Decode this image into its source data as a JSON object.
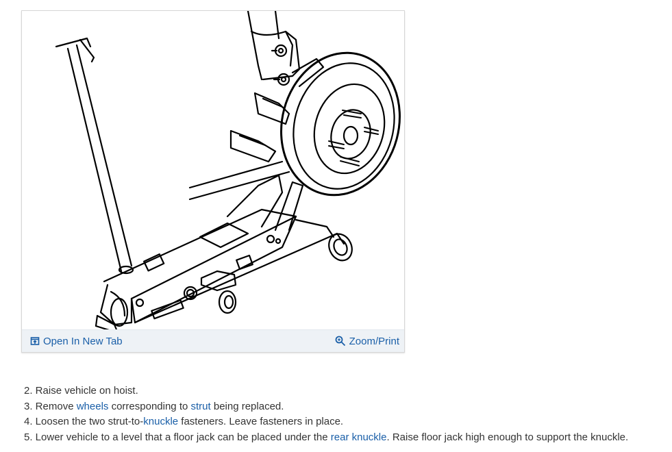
{
  "figure": {
    "alt": "Floor jack positioned under rear knuckle with strut, brake drum and wheel studs",
    "open_tab_label": "Open In New Tab",
    "open_tab_icon": "open-new-tab-icon",
    "zoom_print_label": "Zoom/Print",
    "zoom_print_icon": "zoom-magnifier-icon"
  },
  "steps": [
    {
      "num": "2.",
      "parts": [
        {
          "t": " Raise vehicle on hoist."
        }
      ]
    },
    {
      "num": "3.",
      "parts": [
        {
          "t": " Remove "
        },
        {
          "link": "wheels"
        },
        {
          "t": " corresponding to "
        },
        {
          "link": "strut"
        },
        {
          "t": " being replaced."
        }
      ]
    },
    {
      "num": "4.",
      "parts": [
        {
          "t": " Loosen the two strut-to-"
        },
        {
          "link": "knuckle"
        },
        {
          "t": " fasteners. Leave fasteners in place."
        }
      ]
    },
    {
      "num": "5.",
      "parts": [
        {
          "t": " Lower vehicle to a level that a floor jack can be placed under the "
        },
        {
          "link": "rear knuckle"
        },
        {
          "t": ". Raise floor jack high enough to support the knuckle."
        }
      ]
    }
  ],
  "colors": {
    "link": "#1a5fa8",
    "text": "#333333",
    "caption_bg": "#eef2f6"
  }
}
